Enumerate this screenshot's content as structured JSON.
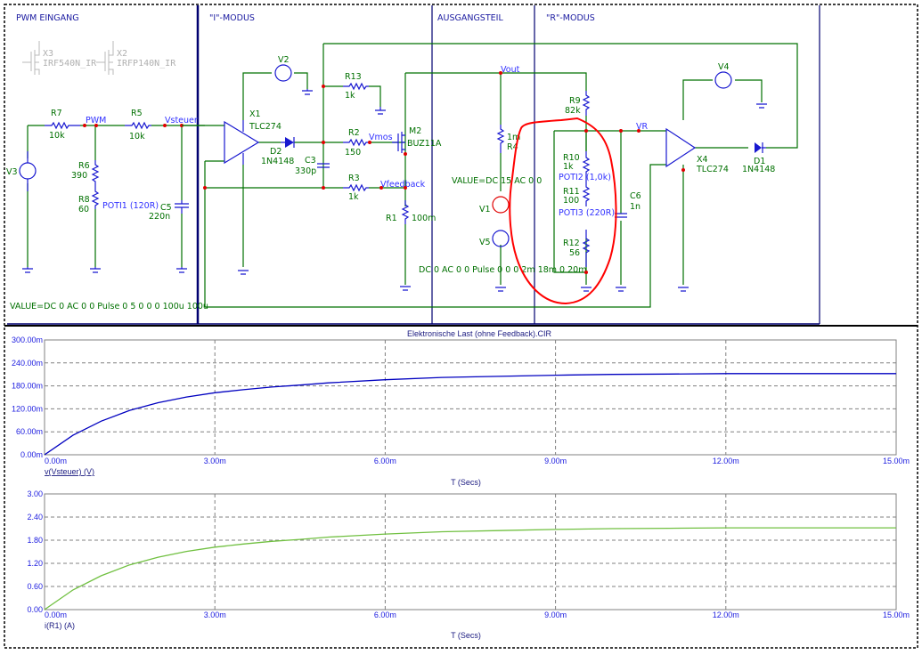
{
  "schematic": {
    "sections": [
      "PWM EINGANG",
      "\"I\"-MODUS",
      "AUSGANGSTEIL",
      "\"R\"-MODUS"
    ],
    "ghost_parts": [
      {
        "ref": "X3",
        "model": "IRF540N_IR"
      },
      {
        "ref": "X2",
        "model": "IRFP140N_IR"
      }
    ],
    "nets": {
      "pwm": "PWM",
      "vsteuer": "Vsteuer",
      "vmos": "Vmos",
      "vfeedback": "Vfeedback",
      "vout": "Vout",
      "vr": "VR"
    },
    "components": {
      "r7": {
        "ref": "R7",
        "value": "10k"
      },
      "r5": {
        "ref": "R5",
        "value": "10k"
      },
      "r6": {
        "ref": "R6",
        "value": "390"
      },
      "r8": {
        "ref": "R8",
        "value": "60"
      },
      "poti1": "POTI1 (120R)",
      "c5": {
        "ref": "C5",
        "value": "220n"
      },
      "v3": {
        "ref": "V3"
      },
      "x1": {
        "ref": "X1",
        "model": "TLC274"
      },
      "v2": {
        "ref": "V2"
      },
      "d2": {
        "ref": "D2",
        "model": "1N4148"
      },
      "c3": {
        "ref": "C3",
        "value": "330p"
      },
      "r13": {
        "ref": "R13",
        "value": "1k"
      },
      "r2": {
        "ref": "R2",
        "value": "150"
      },
      "r3": {
        "ref": "R3",
        "value": "1k"
      },
      "m2": {
        "ref": "M2",
        "model": "BUZ11A"
      },
      "r1": {
        "ref": "R1",
        "value": "100m"
      },
      "r4": {
        "ref": "R4",
        "value": "1m"
      },
      "v1": {
        "ref": "V1"
      },
      "v5": {
        "ref": "V5"
      },
      "r9": {
        "ref": "R9",
        "value": "82k"
      },
      "r10": {
        "ref": "R10",
        "value": "1k"
      },
      "poti2": "POTI2 (1,0k)",
      "r11": {
        "ref": "R11",
        "value": "100"
      },
      "poti3": "POTI3 (220R)",
      "r12": {
        "ref": "R12",
        "value": "56"
      },
      "c6": {
        "ref": "C6",
        "value": "1n"
      },
      "x4": {
        "ref": "X4",
        "model": "TLC274"
      },
      "v4": {
        "ref": "V4"
      },
      "d1": {
        "ref": "D1",
        "model": "1N4148"
      }
    },
    "source_values": {
      "v3": "VALUE=DC 0 AC 0 0 Pulse 0 5 0 0 0 100u 100u",
      "v1": "VALUE=DC 15 AC 0 0",
      "v5": "DC 0 AC 0 0 Pulse 0 0 0 2m 18m 0 20m"
    },
    "annotation_color": "#ff0000"
  },
  "chart_data": [
    {
      "type": "line",
      "title": "Elektronische Last (ohne Feedback).CIR",
      "xlabel": "T (Secs)",
      "ylabel": "",
      "series": [
        {
          "name": "v(Vsteuer) (V)",
          "color": "#0000c0",
          "x": [
            0,
            0.5,
            1,
            1.5,
            2,
            2.5,
            3,
            3.5,
            4,
            4.5,
            5,
            6,
            7,
            8,
            9,
            10,
            11,
            12,
            13,
            14,
            15
          ],
          "values": [
            0,
            0.051,
            0.088,
            0.116,
            0.136,
            0.151,
            0.162,
            0.17,
            0.177,
            0.182,
            0.188,
            0.196,
            0.202,
            0.205,
            0.208,
            0.21,
            0.211,
            0.212,
            0.212,
            0.212,
            0.212
          ]
        }
      ],
      "x_ticks": [
        "0.00m",
        "3.00m",
        "6.00m",
        "9.00m",
        "12.00m",
        "15.00m"
      ],
      "y_ticks": [
        "0.00m",
        "60.00m",
        "120.00m",
        "180.00m",
        "240.00m",
        "300.00m"
      ],
      "xlim": [
        0,
        15
      ],
      "x_units": "ms",
      "ylim": [
        0,
        0.3
      ],
      "grid": true,
      "legend": "bottom-left"
    },
    {
      "type": "line",
      "title": "",
      "xlabel": "T (Secs)",
      "ylabel": "",
      "series": [
        {
          "name": "i(R1) (A)",
          "color": "#70c040",
          "x": [
            0,
            0.5,
            1,
            1.5,
            2,
            2.5,
            3,
            3.5,
            4,
            4.5,
            5,
            6,
            7,
            8,
            9,
            10,
            11,
            12,
            13,
            14,
            15
          ],
          "values": [
            0,
            0.51,
            0.88,
            1.16,
            1.36,
            1.51,
            1.62,
            1.7,
            1.77,
            1.82,
            1.88,
            1.96,
            2.02,
            2.05,
            2.08,
            2.1,
            2.11,
            2.12,
            2.12,
            2.12,
            2.12
          ]
        }
      ],
      "x_ticks": [
        "0.00m",
        "3.00m",
        "6.00m",
        "9.00m",
        "12.00m",
        "15.00m"
      ],
      "y_ticks": [
        "0.00",
        "0.60",
        "1.20",
        "1.80",
        "2.40",
        "3.00"
      ],
      "xlim": [
        0,
        15
      ],
      "x_units": "ms",
      "ylim": [
        0,
        3
      ],
      "grid": true,
      "legend": "bottom-left"
    }
  ]
}
